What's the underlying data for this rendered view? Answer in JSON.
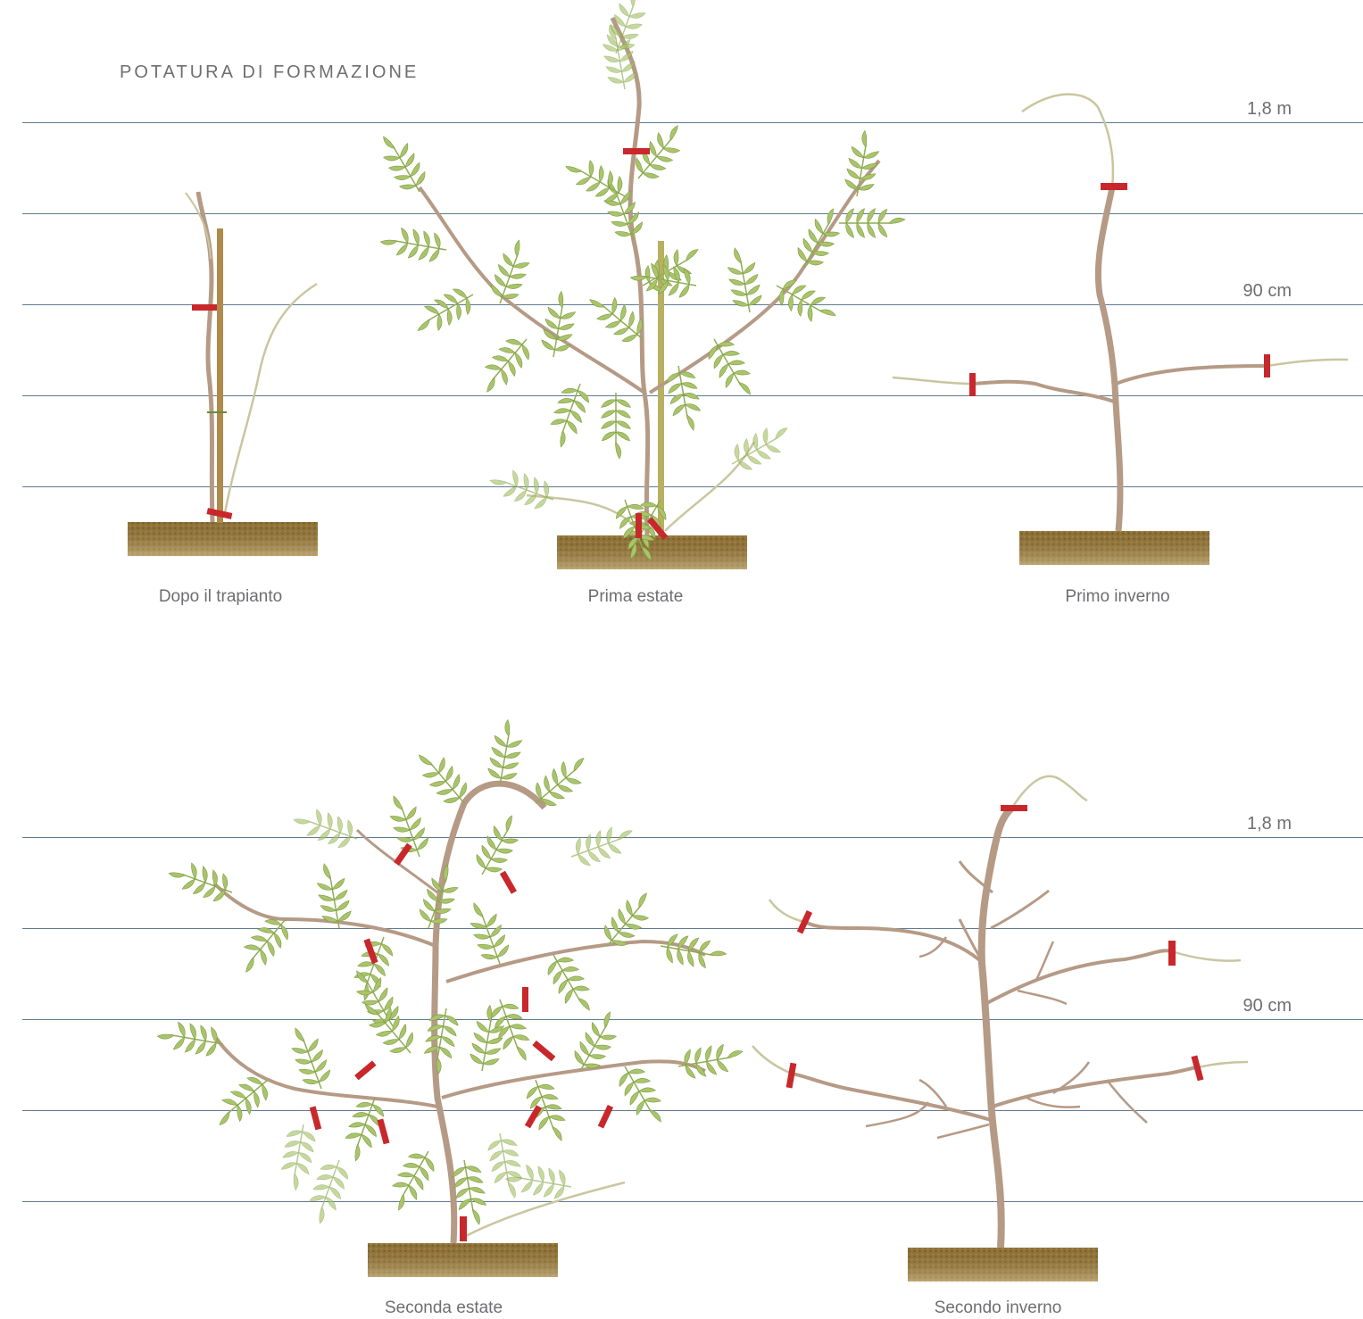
{
  "title": "POTATURA DI FORMAZIONE",
  "height_labels": {
    "top": "1,8 m",
    "mid": "90 cm"
  },
  "stages": [
    {
      "label": "Dopo il trapianto"
    },
    {
      "label": "Prima estate"
    },
    {
      "label": "Primo inverno"
    },
    {
      "label": "Seconda estate"
    },
    {
      "label": "Secondo inverno"
    }
  ],
  "colors": {
    "guide_line": "#5f7a92",
    "trunk": "#b59a86",
    "leaf": "#a9c46a",
    "soil": "#8a6e35",
    "cut_mark": "#c8282b",
    "stake": "#b08a4a"
  }
}
